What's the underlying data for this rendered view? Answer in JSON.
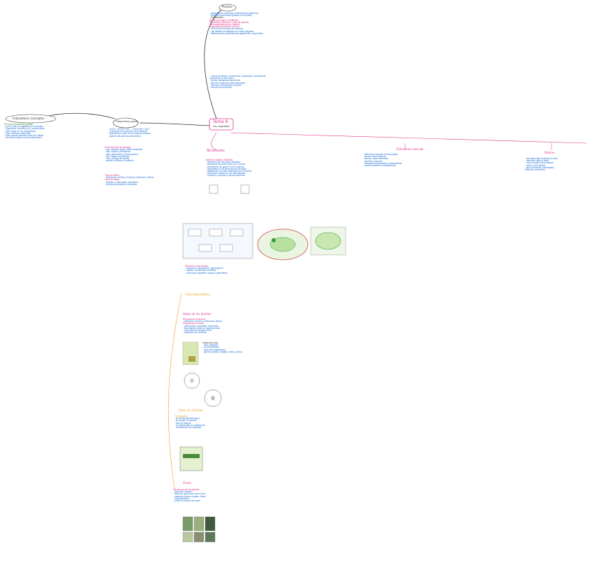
{
  "colors": {
    "blue": "#1e6fd6",
    "pink": "#e0338b",
    "orange": "#f0a020",
    "dark": "#333333",
    "green": "#3c9a3c",
    "purple": "#8a3fbf"
  },
  "nodes": {
    "central": "Tema 6",
    "central_sub": "Los vegetales",
    "top": "Plantas",
    "left_1": "Fotosíntesis conceptos",
    "left_2": "Fotosíntesis pasos",
    "mid": "Structures",
    "right_1": "Estructura vascular",
    "right_2": "Raíces",
    "lower_1": "Ciclo fotosintético",
    "lower_2": "Hojas de las plantas",
    "lower_3": "Tipos de semillas",
    "lower_4": "Flores"
  },
  "notes": {
    "top_block": [
      "- Organismos eucariotas multicelulares autótrofos",
      "- Realizan fotosíntesis gracias a la clorofila",
      "- Clasificación:",
      "   Briofitos (musgos, hepáticas)",
      "   Pteridofitos (helechos, colas de caballo)",
      "   Gimnospermas (pinos, abetos)",
      "   Angiospermas (flores y frutos)",
      "- Tienen pared celular de celulosa",
      "- Las plantas se adaptaron al medio terrestre",
      "- Alternancia de generaciones (gametofito / esporofito)"
    ],
    "top_block_2": [
      "- 4 tipos de tejidos: meristemos, protectores, parénquima,",
      "  conductores y de sostén",
      "- xilema: transporta savia bruta",
      "- floema: transporta savia elaborada",
      "- estomas: intercambio de gases",
      "- cutícula impermeable"
    ],
    "left_block": [
      "(Proceso fotosintético global)",
      "- La luz solar es captada por la clorofila",
      "- Pigmentos: clorofila a y b, carotenoides",
      "- Tiene lugar en los cloroplastos",
      "- Fase luminosa: tilacoides",
      "- Fase oscura: estroma (ciclo de Calvin)",
      "- Se libera oxígeno como subproducto"
    ],
    "left_block_2": [
      "- 6CO2 + 6H2O + luz → C6H12O6 + 6O2",
      "- la glucosa se almacena como almidón",
      "- importancia: base de las cadenas tróficas",
      "- fijación del carbono atmosférico"
    ],
    "mid_block": [
      "(Estructura de las plantas)",
      "- raíz: absorbe agua y sales minerales",
      "- tallo: sostén y transporte",
      "- hoja: fotosíntesis y transpiración",
      "- flor: órgano reproductor",
      "- fruto: protege la semilla",
      "- semilla: contiene el embrión"
    ],
    "mid_block_2": [
      "Tipos de tallos:",
      "- herbáceos, leñosos, rizomas, tubérculos, bulbos",
      "Tipos de hojas:",
      "- simples, compuestas, aciculares",
      "- nerviación paralela o reticulada"
    ],
    "center_block": [
      "Nutrición vegetal: autótrofa",
      "- absorción por los pelos radicales",
      "- transporte de savia bruta por el xilema",
      "- intercambio de gases en los estomas",
      "- fotosíntesis en el parénquima clorofílico",
      "- distribución de savia elaborada por el floema",
      "- respiración celular en las mitocondrias",
      "- excreción: gutación y almacenamiento"
    ],
    "center_block_2": [
      "Relación en las plantas:",
      "- tropismos: fototropismo, geotropismo",
      "- nastias: movimiento reversible",
      "- hormonas vegetales: auxinas, giberelinas"
    ],
    "center_block_3": [
      "Reproducción asexual:",
      "- estolones, rizomas, tubérculos, bulbos",
      "Reproducción sexual:",
      "- polinización: anemófila, entomófila",
      "- fecundación doble en angiospermas",
      "- formación de semilla y fruto",
      "- dispersión de semillas"
    ],
    "center_block_4": [
      "Partes de la flor:",
      "- cáliz (sépalos)",
      "- corola (pétalos)",
      "- androceo (estambres)",
      "- gineceo (pistilo: estigma, estilo, ovario)"
    ],
    "center_block_5": [
      "Germinación:",
      "- la semilla absorbe agua",
      "- se rompe la cubierta",
      "- sale la radícula",
      "- se desarrollan los cotiledones",
      "- crecimiento de la plántula"
    ],
    "right_block": [
      "- Estructura vascular de las plantas",
      "- xilema: vasos leñosos",
      "- floema: vasos liberianos",
      "- cambium vascular",
      "- transporte ascendente y descendente",
      "- presión radicular y transpiración"
    ],
    "right_block_2": [
      "- las raíces fijan la planta al suelo",
      "- absorben agua y sales",
      "- raíz principal y secundarias",
      "- cofia y zona pilífera",
      "- tipos: pivotante, fasciculada,",
      "  tuberosa, adventicia"
    ],
    "bottom_block": [
      "Importancia de las plantas:",
      "- producen oxígeno",
      "- alimento para otros seres vivos",
      "- materias primas: madera, fibras",
      "- medicamentos",
      "- evitan la erosión del suelo"
    ]
  }
}
